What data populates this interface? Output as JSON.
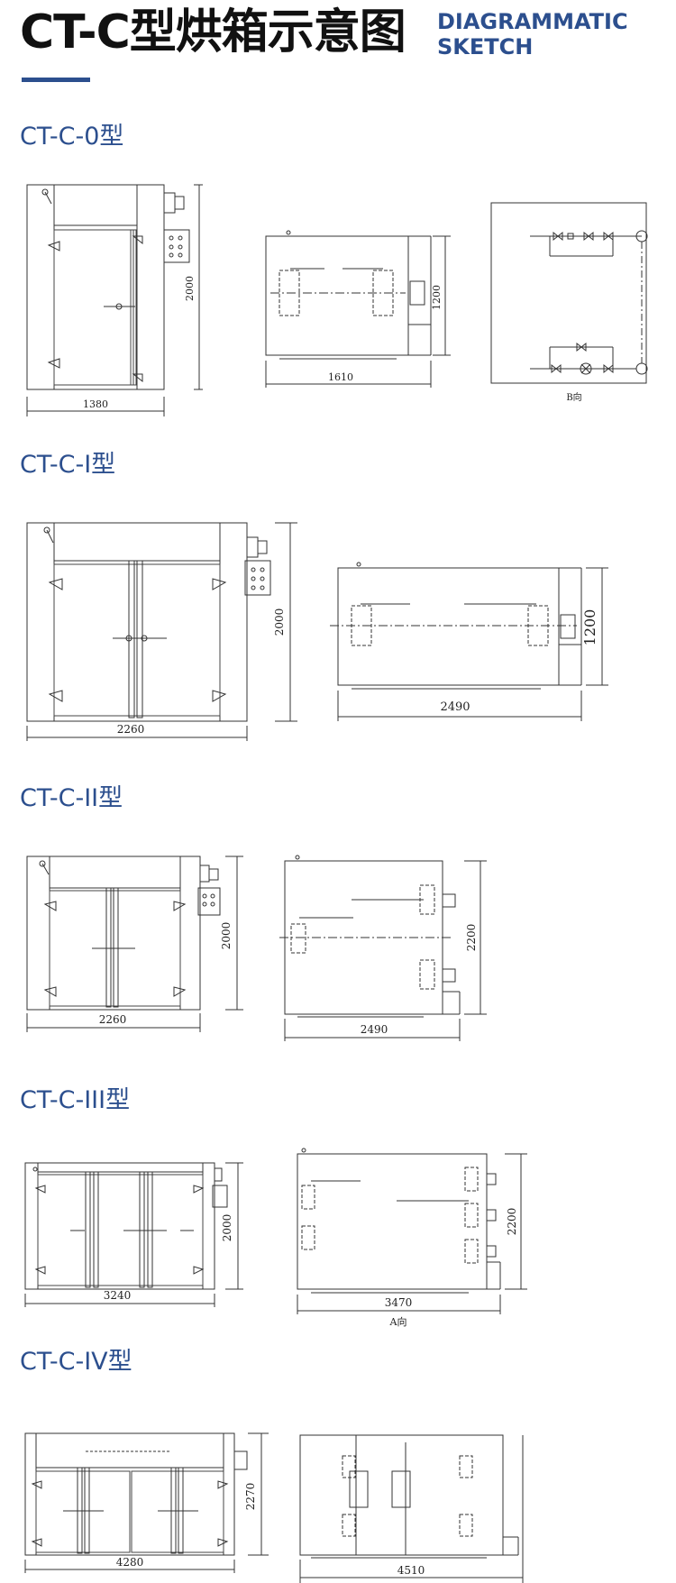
{
  "header": {
    "title_cn": "CT-C型烘箱示意图",
    "title_en_line1": "DIAGRAMMATIC",
    "title_en_line2": "SKETCH",
    "accent_color": "#2c4f8e"
  },
  "sections": [
    {
      "title": "CT-C-0型",
      "front": {
        "width": "1380",
        "height": "2000"
      },
      "side": {
        "width": "1610",
        "height": "1200"
      },
      "piping": {
        "label": "B向"
      }
    },
    {
      "title": "CT-C-I型",
      "front": {
        "width": "2260",
        "height": "2000"
      },
      "side": {
        "width": "2490",
        "height": "1200"
      }
    },
    {
      "title": "CT-C-II型",
      "front": {
        "width": "2260",
        "height": "2000"
      },
      "side": {
        "width": "2490",
        "height": "2200"
      }
    },
    {
      "title": "CT-C-III型",
      "front": {
        "width": "3240",
        "height": "2000"
      },
      "side": {
        "width": "3470",
        "height": "2200",
        "label": "A向"
      }
    },
    {
      "title": "CT-C-IV型",
      "front": {
        "width": "4280",
        "height": "2270"
      },
      "side": {
        "width": "4510"
      }
    }
  ]
}
